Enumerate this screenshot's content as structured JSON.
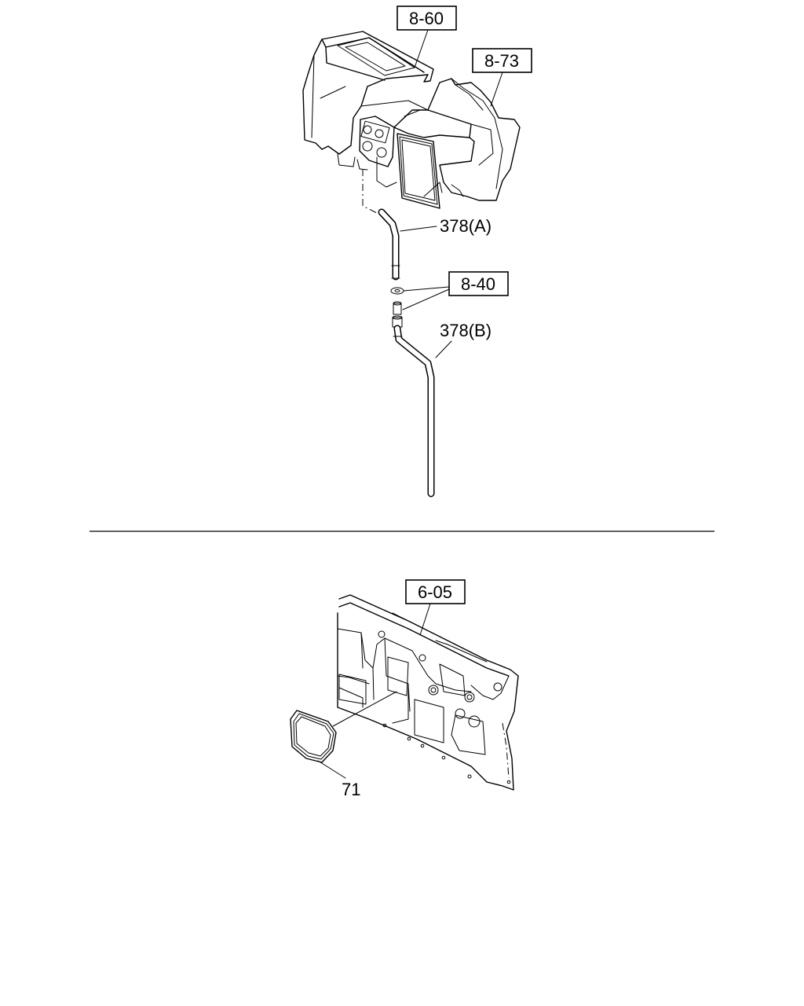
{
  "diagram": {
    "refs": {
      "ref_860": "8-60",
      "ref_873": "8-73",
      "ref_840": "8-40",
      "ref_605": "6-05"
    },
    "parts": {
      "hose_a": "378(A)",
      "hose_b": "378(B)",
      "seal": "71"
    }
  }
}
